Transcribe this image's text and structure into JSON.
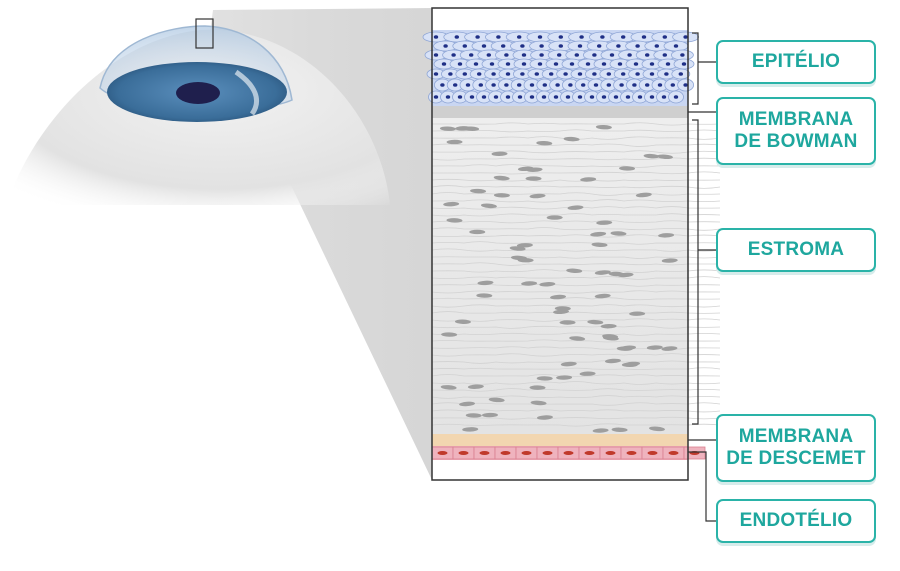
{
  "diagram": {
    "layers": [
      {
        "id": "epitelio",
        "label": "EPITÉLIO"
      },
      {
        "id": "bowman",
        "label": "MEMBRANA\nDE BOWMAN"
      },
      {
        "id": "estroma",
        "label": "ESTROMA"
      },
      {
        "id": "descemet",
        "label": "MEMBRANA\nDE DESCEMET"
      },
      {
        "id": "endotelio",
        "label": "ENDOTÉLIO"
      }
    ],
    "colors": {
      "accent": "#2ab3a8",
      "label_text": "#1ea79e",
      "epithelium_fill": "#c9d6f2",
      "epithelium_nucleus": "#1f2f86",
      "stroma_fill": "#e6e6e6",
      "keratocyte": "#9e9e9e",
      "descemet_fill": "#f2d6b0",
      "endothelium_fill": "#efb3be",
      "endothelium_nucleus": "#c0392b",
      "iris": "#3a6d99",
      "pupil": "#1f1f4d"
    }
  }
}
